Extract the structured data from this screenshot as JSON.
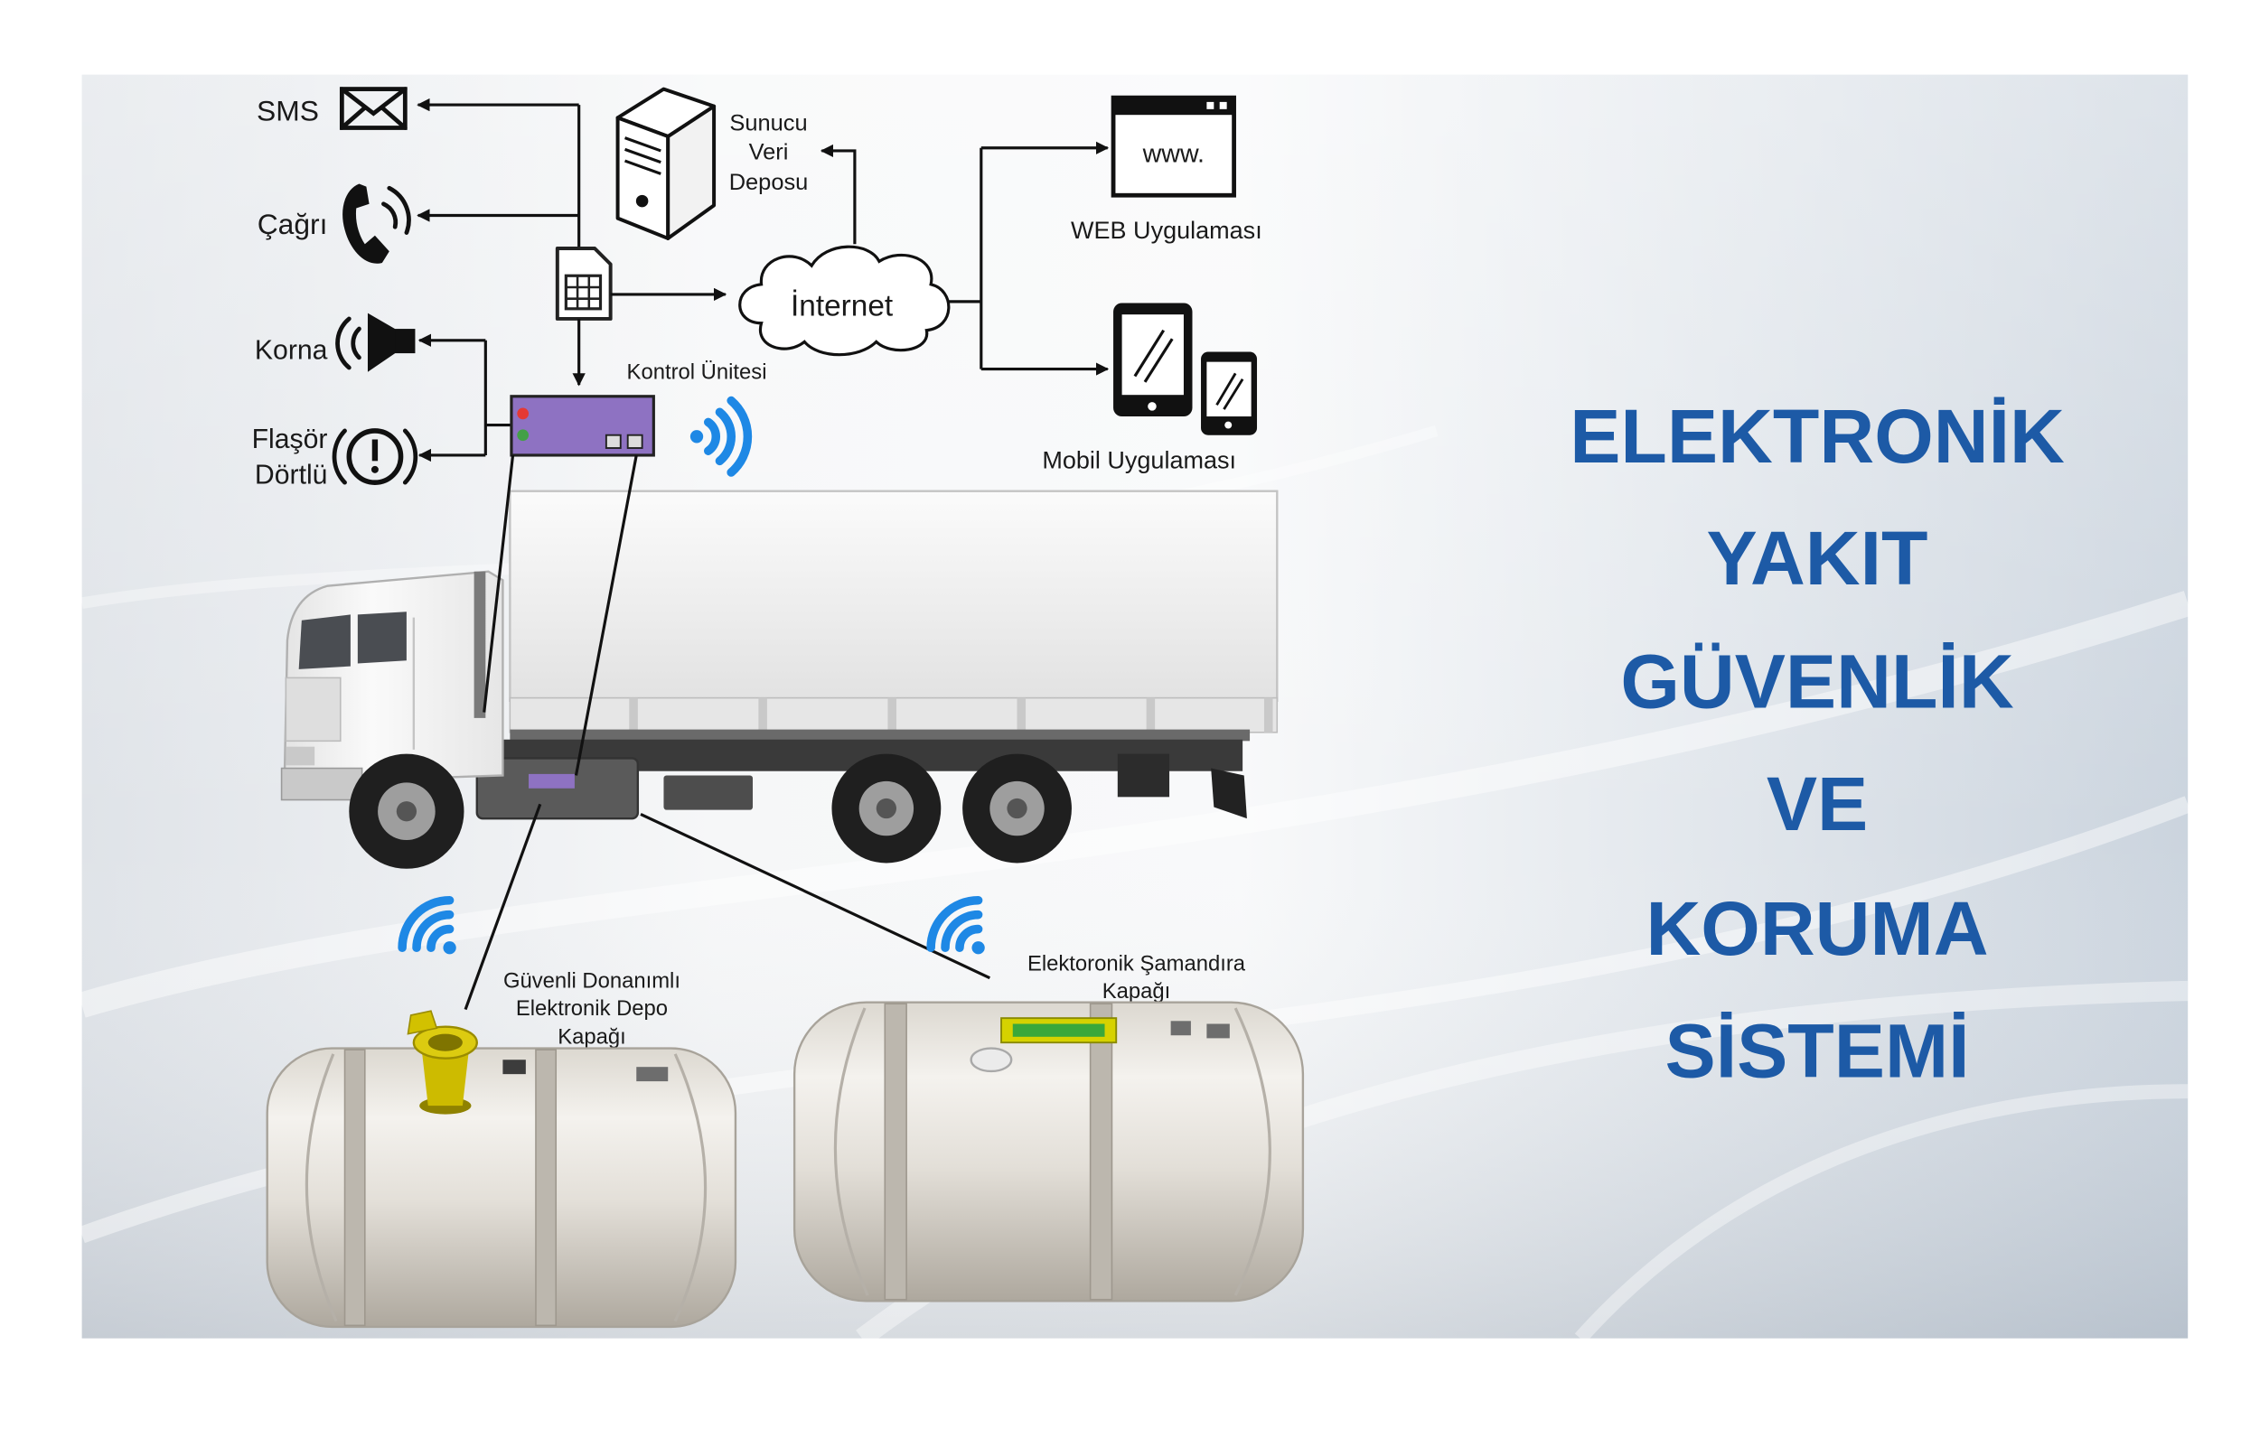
{
  "title_lines": [
    "ELEKTRONİK",
    "YAKIT",
    "GÜVENLİK",
    "VE",
    "KORUMA",
    "SİSTEMİ"
  ],
  "alerts": {
    "sms": {
      "label": "SMS",
      "icon": "envelope-icon"
    },
    "call": {
      "label": "Çağrı",
      "icon": "phone-icon"
    },
    "horn": {
      "label": "Korna",
      "icon": "horn-icon"
    },
    "hazard": {
      "label_lines": [
        "Flaşör",
        "Dörtlü"
      ],
      "icon": "hazard-icon"
    }
  },
  "sim": {
    "icon": "sim-card-icon"
  },
  "server": {
    "label_lines": [
      "Sunucu",
      "Veri",
      "Deposu"
    ],
    "icon": "server-icon"
  },
  "internet": {
    "label": "İnternet",
    "icon": "cloud-icon"
  },
  "web_app": {
    "icon_text": "www.",
    "label": "WEB Uygulaması",
    "icon": "browser-window-icon"
  },
  "mobile_app": {
    "label": "Mobil Uygulaması",
    "icons": [
      "tablet-icon",
      "smartphone-icon"
    ]
  },
  "control_unit": {
    "label": "Kontrol Ünitesi",
    "icon": "control-unit-icon"
  },
  "truck": {
    "icon": "truck-icon"
  },
  "tanks": [
    {
      "label_lines": [
        "Güvenli Donanımlı",
        "Elektronik Depo",
        "Kapağı"
      ],
      "icon": "fuel-cap-icon"
    },
    {
      "label_lines": [
        "Elektoronik Şamandıra",
        "Kapağı"
      ],
      "icon": "float-sensor-icon"
    }
  ],
  "colors": {
    "title": "#1d5aa6",
    "wifi": "#1e88e5",
    "control_unit": "#8e72c2",
    "led_red": "#e53935",
    "led_green": "#43a047",
    "cap": "#cdbb00",
    "float_label": "#d6d200",
    "float_label_inner": "#3aa83a"
  }
}
